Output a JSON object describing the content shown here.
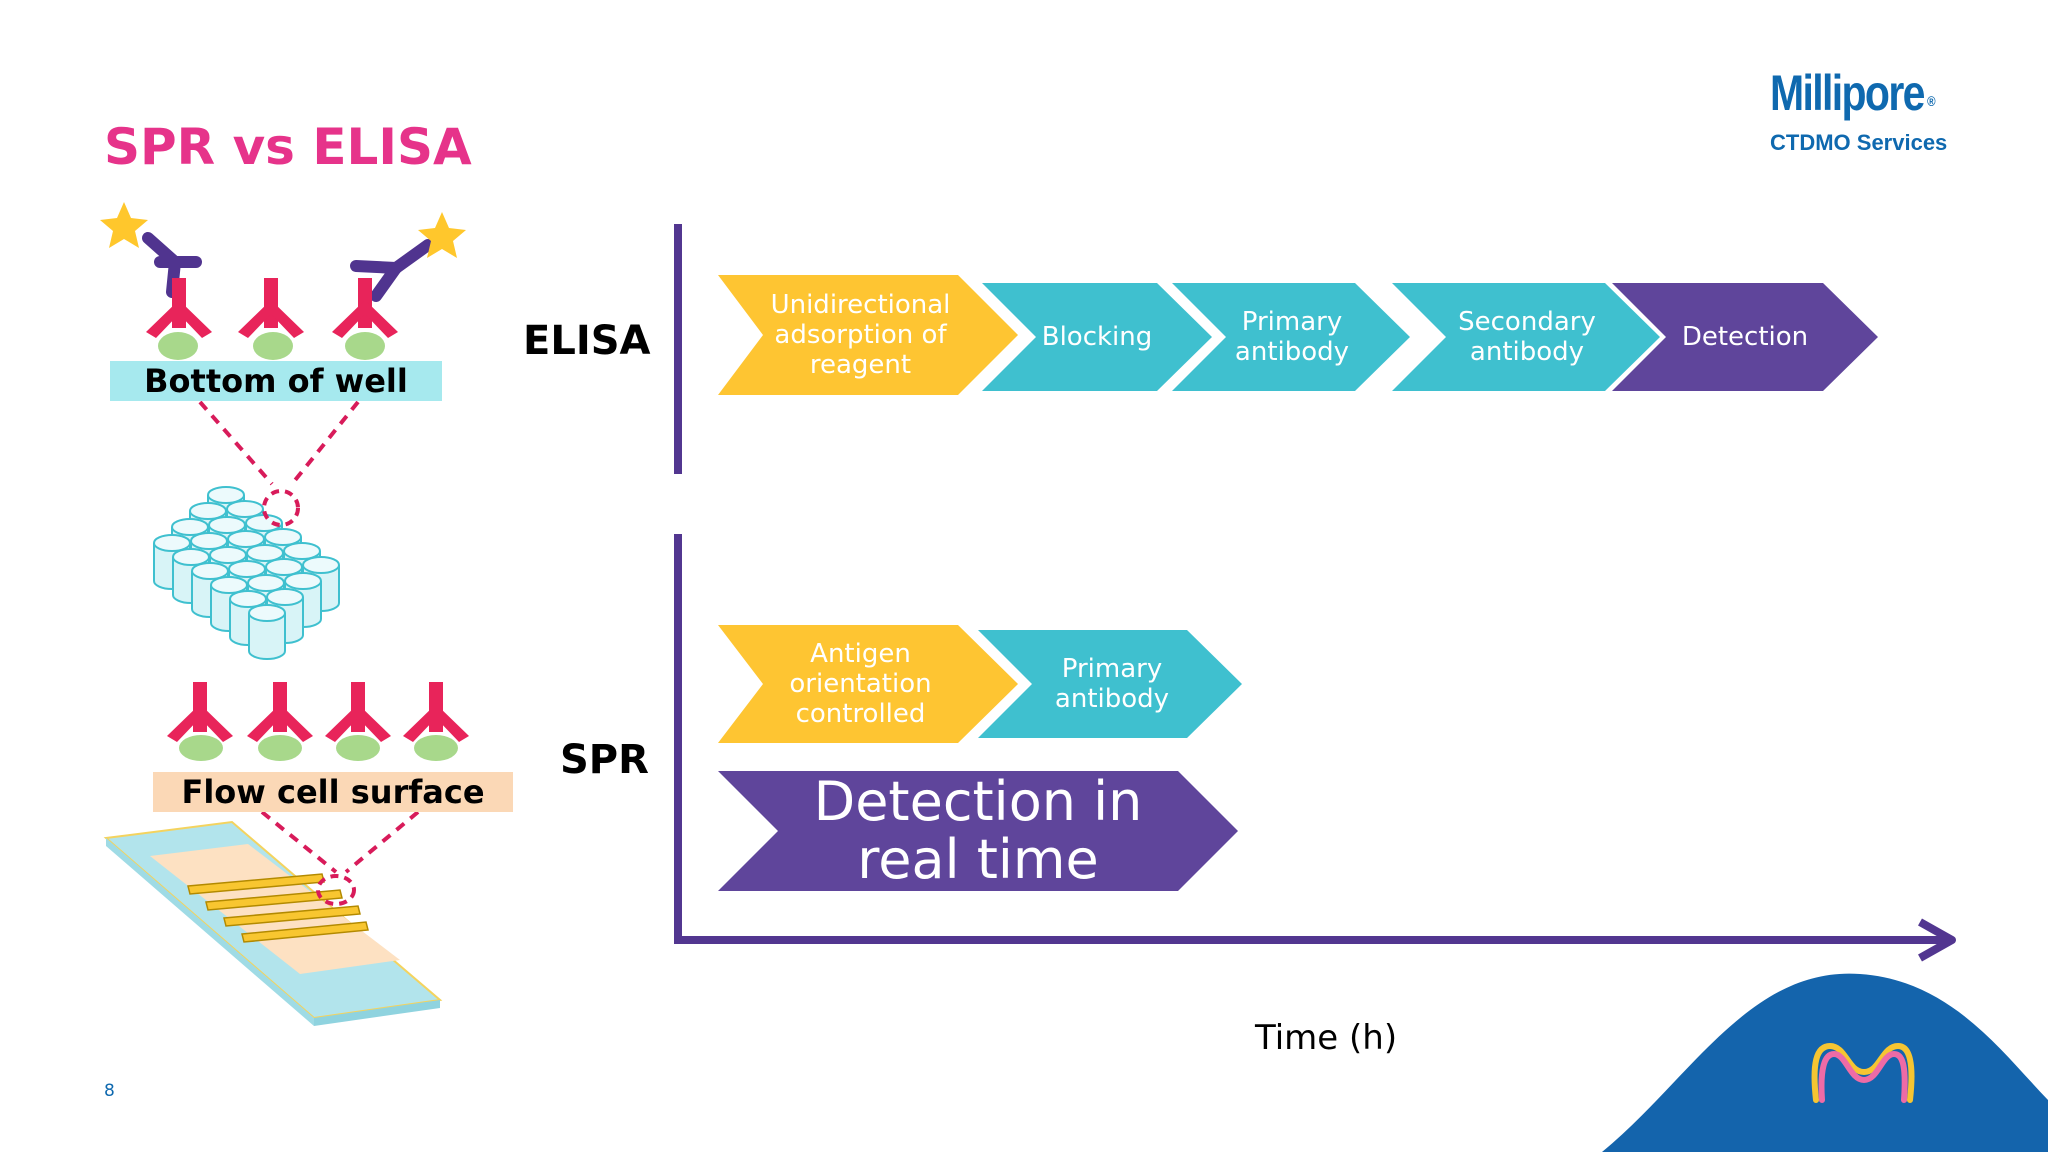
{
  "title": "SPR vs ELISA",
  "brand": {
    "name": "Millipore",
    "registered": "®",
    "subtitle": "CTDMO Services"
  },
  "illustration": {
    "well_label": "Bottom of well",
    "flow_cell_label": "Flow cell surface"
  },
  "rows": {
    "elisa": "ELISA",
    "spr": "SPR"
  },
  "elisa_steps": [
    {
      "label": "Unidirectional adsorption of reagent",
      "role": "setup"
    },
    {
      "label": "Blocking",
      "role": "step"
    },
    {
      "label": "Primary antibody",
      "role": "step"
    },
    {
      "label": "Secondary antibody",
      "role": "step"
    },
    {
      "label": "Detection",
      "role": "detection"
    }
  ],
  "spr_steps": [
    {
      "label": "Antigen orientation controlled",
      "role": "setup"
    },
    {
      "label": "Primary antibody",
      "role": "step"
    }
  ],
  "spr_detection": "Detection in real time",
  "axis_label": "Time (h)",
  "page_number": "8",
  "colors": {
    "title_pink": "#e6338a",
    "brand_blue": "#0f69af",
    "setup_yellow": "#fec532",
    "step_teal": "#3fc0cf",
    "detection_purple": "#5f459b",
    "axis_purple": "#523690",
    "well_label_bg": "#a6e9ee",
    "flow_label_bg": "#fbd8b6"
  }
}
